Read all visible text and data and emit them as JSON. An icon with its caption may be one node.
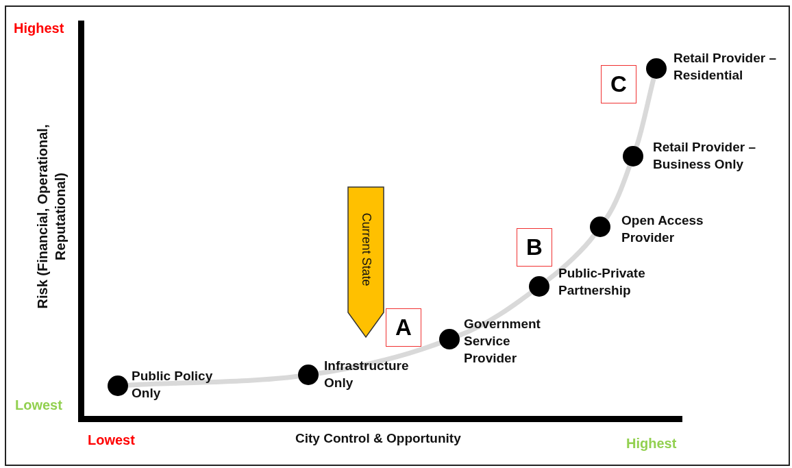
{
  "diagram": {
    "nodes": [
      {
        "text": [],
        "shape": "circle",
        "beside": [
          "Public Policy Only"
        ]
      },
      {
        "text": [],
        "shape": "circle",
        "beside": [
          "Infrastructure Only"
        ]
      },
      {
        "text": [],
        "shape": "circle",
        "beside": [
          "Government Service Provider"
        ]
      },
      {
        "text": [],
        "shape": "circle",
        "beside": [
          "Public-Private Partnership"
        ]
      },
      {
        "text": [],
        "shape": "circle",
        "beside": [
          "Open Access Provider"
        ]
      },
      {
        "text": [],
        "shape": "circle",
        "beside": [
          "Retail Provider – Business Only"
        ]
      },
      {
        "text": [],
        "shape": "circle",
        "beside": [
          "Retail Provider – Residential"
        ]
      },
      {
        "text": [
          "Current State"
        ]
      },
      {
        "text": [
          "A"
        ]
      },
      {
        "text": [
          "B"
        ]
      },
      {
        "text": [
          "C"
        ]
      }
    ],
    "edges": [
      {
        "from": 0,
        "to": 1,
        "arrow": "none"
      },
      {
        "from": 1,
        "to": 2,
        "arrow": "none"
      },
      {
        "from": 2,
        "to": 3,
        "arrow": "none"
      },
      {
        "from": 3,
        "to": 4,
        "arrow": "none"
      },
      {
        "from": 4,
        "to": 5,
        "arrow": "none"
      },
      {
        "from": 5,
        "to": 6,
        "arrow": "none"
      }
    ],
    "labels": [
      "Highest",
      "Risk (Financial, Operational, Reputational)",
      "Lowest",
      "Lowest",
      "City Control & Opportunity",
      "Highest"
    ]
  }
}
